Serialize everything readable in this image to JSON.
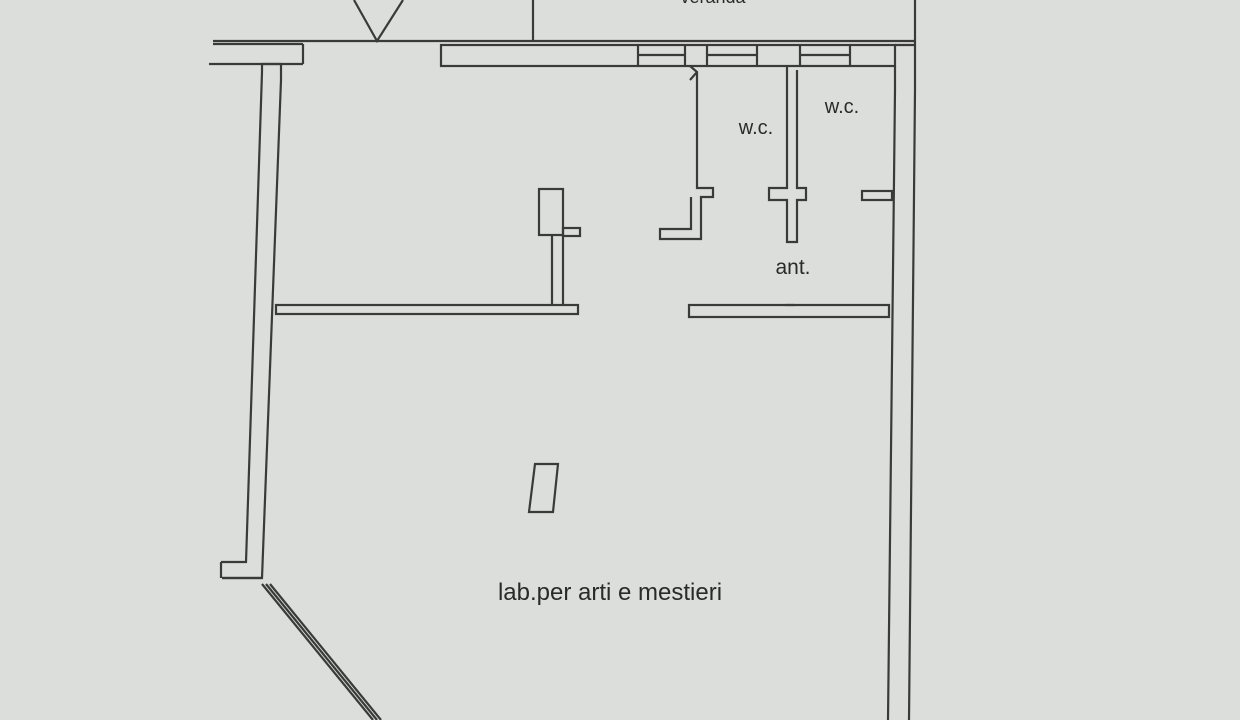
{
  "labels": {
    "veranda": "veranda",
    "wc_left": "w.c.",
    "wc_right": "w.c.",
    "ant": "ant.",
    "main_room": "lab.per arti e mestieri"
  },
  "colors": {
    "paper": "#dcdedb",
    "line": "#3a3a3a",
    "text": "#2a2a2a"
  }
}
